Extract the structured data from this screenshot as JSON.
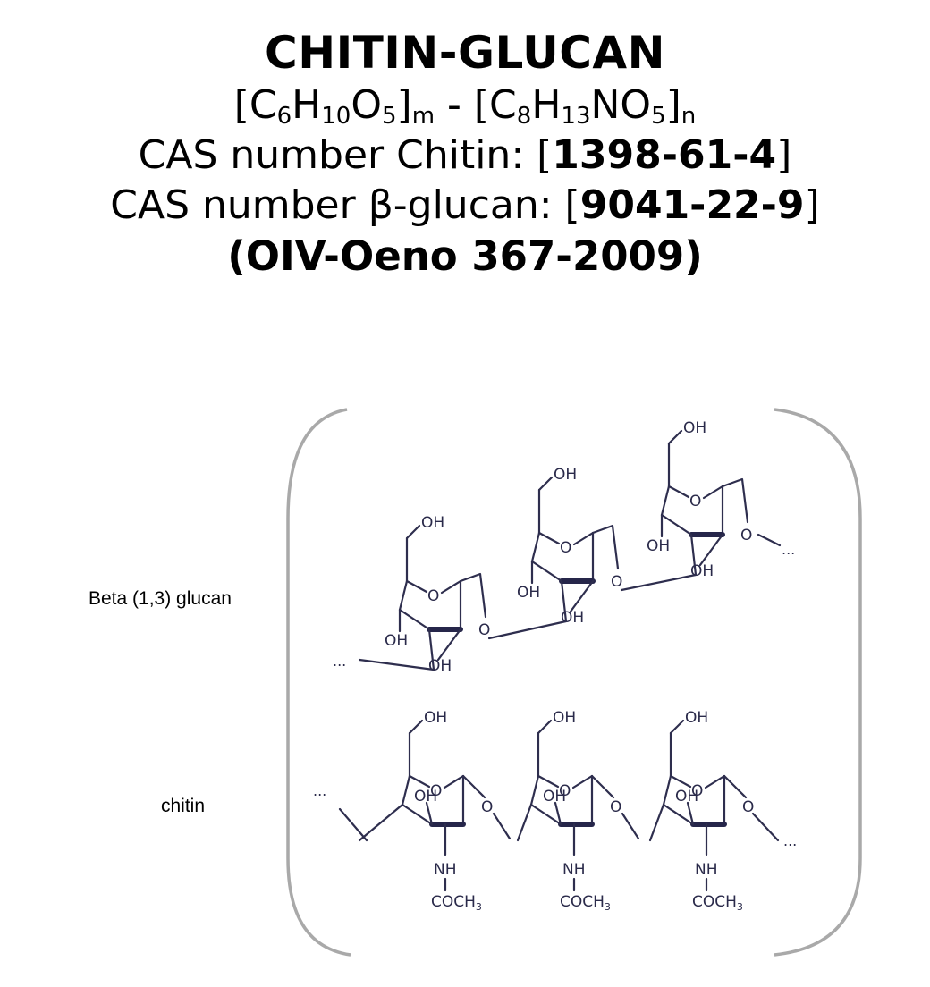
{
  "header": {
    "title": "CHITIN-GLUCAN",
    "formula": {
      "open1": "[C",
      "s1": "6",
      "p1": "H",
      "s2": "10",
      "p2": "O",
      "s3": "5",
      "p3": "]",
      "s4": "m",
      "mid": " - [C",
      "s5": "8",
      "p5": "H",
      "s6": "13",
      "p6": "NO",
      "s7": "5",
      "p7": "]",
      "s8": "n"
    },
    "cas_chitin": {
      "prefix": "CAS number Chitin: [",
      "number": "1398-61-4",
      "suffix": "]"
    },
    "cas_glucan": {
      "prefix": "CAS number β-glucan: [",
      "number": "9041-22-9",
      "suffix": "]"
    },
    "reference": "(OIV-Oeno 367-2009)"
  },
  "labels": {
    "glucan": "Beta (1,3) glucan",
    "chitin": "chitin"
  },
  "structure": {
    "atoms": {
      "oxygen": "O",
      "hydroxyl": "OH",
      "amine": "NH",
      "acetyl": "COCH",
      "acetyl_sub": "3",
      "ellipsis": "..."
    }
  }
}
